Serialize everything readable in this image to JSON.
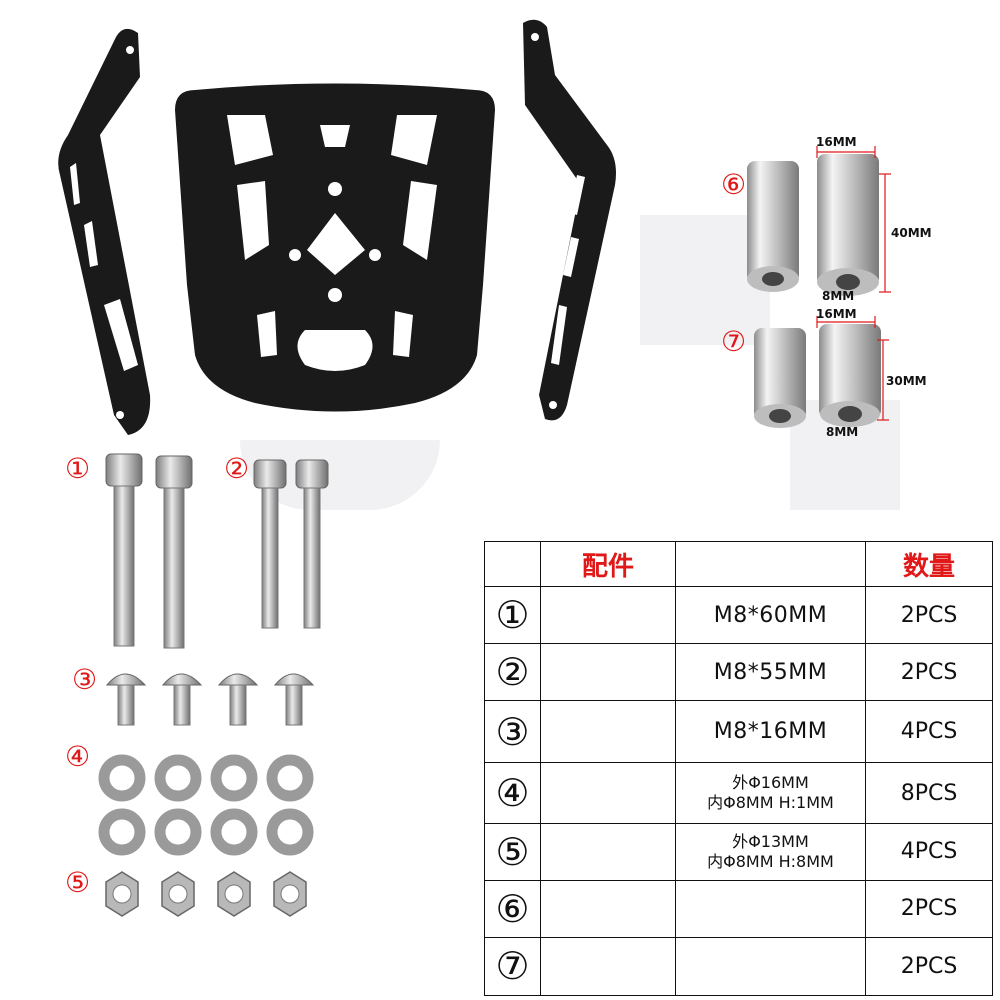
{
  "labels": {
    "l1": "①",
    "l2": "②",
    "l3": "③",
    "l4": "④",
    "l5": "⑤",
    "l6": "⑥",
    "l7": "⑦"
  },
  "dimensions": {
    "d6_width": "16MM",
    "d6_height": "40MM",
    "d6_inner": "8MM",
    "d7_width": "16MM",
    "d7_height": "30MM",
    "d7_inner": "8MM"
  },
  "table": {
    "header": {
      "part": "配件",
      "quantity": "数量"
    },
    "rows": [
      {
        "num": "①",
        "spec": "M8*60MM",
        "spec2": "",
        "qty": "2PCS"
      },
      {
        "num": "②",
        "spec": "M8*55MM",
        "spec2": "",
        "qty": "2PCS"
      },
      {
        "num": "③",
        "spec": "M8*16MM",
        "spec2": "",
        "qty": "4PCS"
      },
      {
        "num": "④",
        "spec": "外Φ16MM",
        "spec2": "内Φ8MM H:1MM",
        "qty": "8PCS"
      },
      {
        "num": "⑤",
        "spec": "外Φ13MM",
        "spec2": "内Φ8MM H:8MM",
        "qty": "4PCS"
      },
      {
        "num": "⑥",
        "spec": "",
        "spec2": "",
        "qty": "2PCS"
      },
      {
        "num": "⑦",
        "spec": "",
        "spec2": "",
        "qty": "2PCS"
      }
    ]
  },
  "colors": {
    "accent": "#e01818",
    "metal": "#1a1a1a"
  }
}
